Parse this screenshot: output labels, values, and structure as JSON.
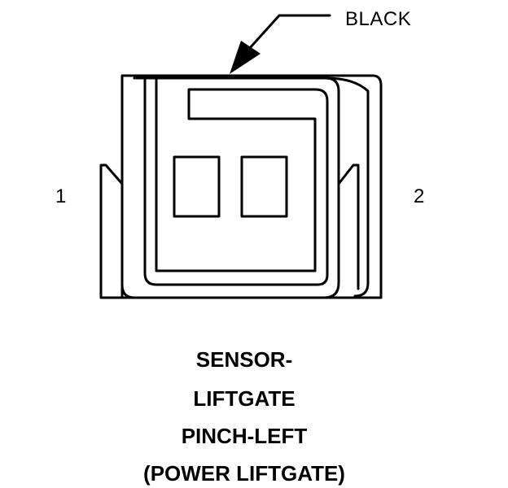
{
  "callout": {
    "color_label": "BLACK"
  },
  "pins": {
    "left_label": "1",
    "right_label": "2"
  },
  "title": {
    "line1": "SENSOR-",
    "line2": "LIFTGATE",
    "line3": "PINCH-LEFT",
    "line4": "(POWER LIFTGATE)"
  },
  "colors": {
    "stroke": "#000000",
    "background": "#ffffff"
  }
}
